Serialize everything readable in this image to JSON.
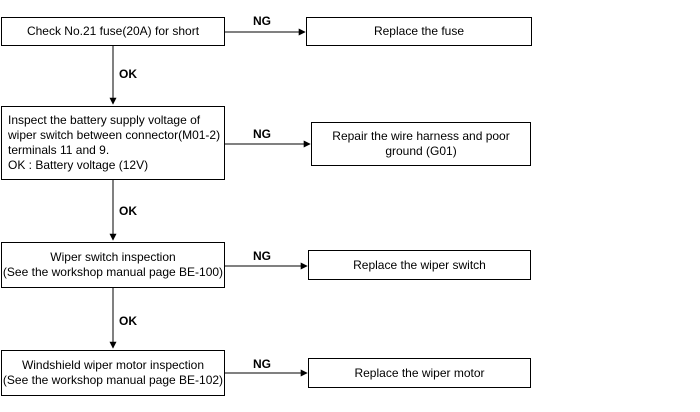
{
  "steps": [
    {
      "text": "Check No.21 fuse(20A) for short",
      "ng_label": "NG",
      "ng_result": "Replace the fuse",
      "ok_label": "OK"
    },
    {
      "text": "Inspect the battery supply voltage of\nwiper switch between connector(M01-2)\nterminals 11 and 9.\nOK : Battery voltage (12V)",
      "ng_label": "NG",
      "ng_result": "Repair the wire harness and poor\nground (G01)",
      "ok_label": "OK"
    },
    {
      "text": "Wiper switch inspection\n(See the workshop manual page BE-100)",
      "ng_label": "NG",
      "ng_result": "Replace the wiper switch",
      "ok_label": "OK"
    },
    {
      "text": "Windshield wiper motor inspection\n(See the workshop manual page BE-102)",
      "ng_label": "NG",
      "ng_result": "Replace the wiper motor"
    }
  ]
}
